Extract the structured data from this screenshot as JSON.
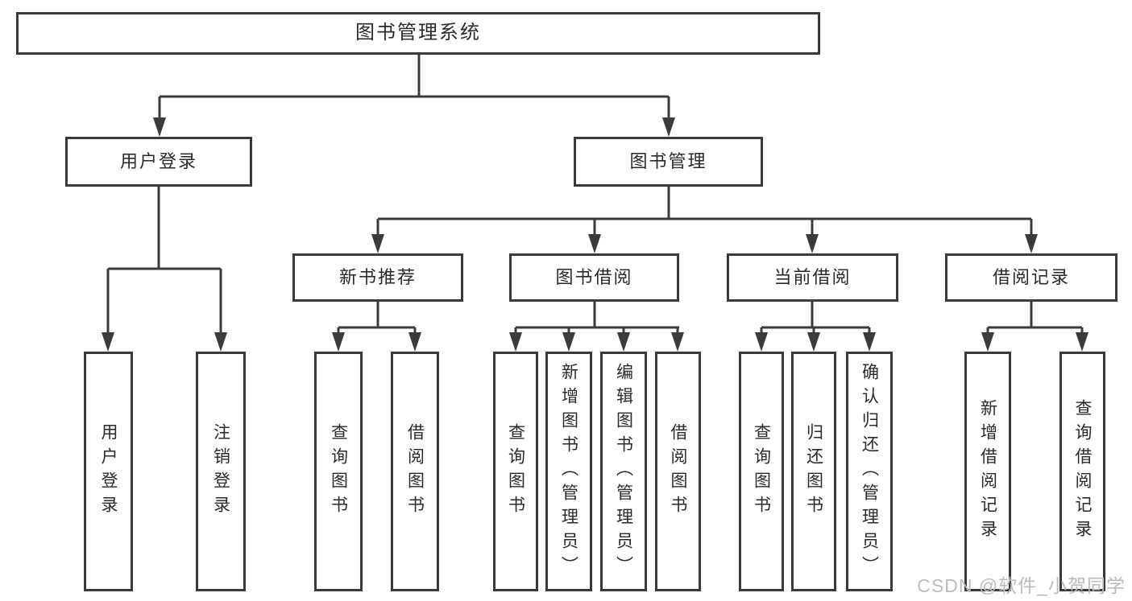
{
  "tree": {
    "root": {
      "label": "图书管理系统"
    },
    "branches": [
      {
        "label": "用户登录",
        "children": [
          "用户登录",
          "注销登录"
        ]
      },
      {
        "label": "图书管理",
        "children": [
          {
            "label": "新书推荐",
            "children": [
              "查询图书",
              "借阅图书"
            ]
          },
          {
            "label": "图书借阅",
            "children": [
              "查询图书",
              "新增图书（管理员）",
              "编辑图书（管理员）",
              "借阅图书"
            ]
          },
          {
            "label": "当前借阅",
            "children": [
              "查询图书",
              "归还图书",
              "确认归还（管理员）"
            ]
          },
          {
            "label": "借阅记录",
            "children": [
              "新增借阅记录",
              "查询借阅记录"
            ]
          }
        ]
      }
    ]
  },
  "watermark": {
    "text": "CSDN @软件_小贺同学"
  },
  "colors": {
    "line": "#3b3b3b",
    "box_border": "#3a3a3a",
    "text": "#2a2a2a",
    "background": "#ffffff",
    "watermark": "#b9bcbf"
  }
}
